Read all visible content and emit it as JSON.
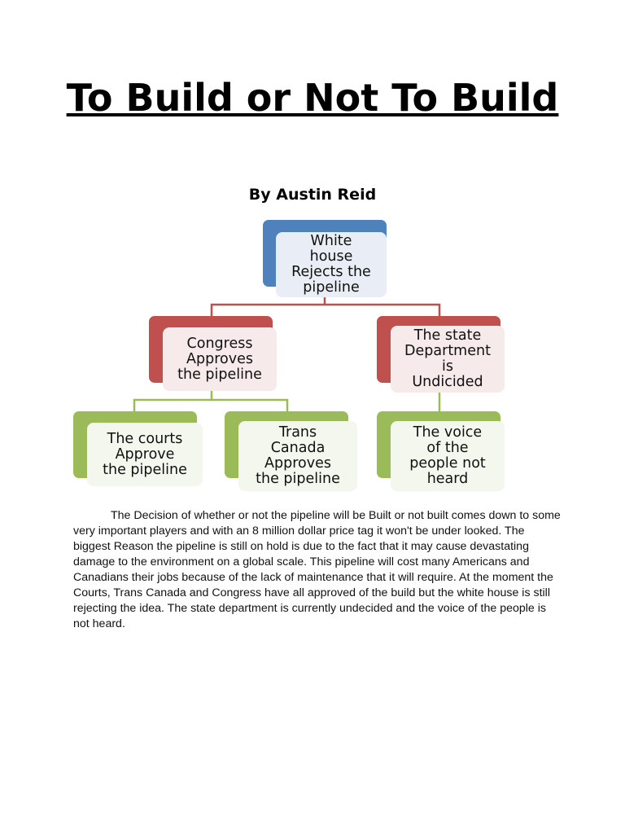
{
  "document": {
    "title": "To Build or Not To Build",
    "author": "By Austin Reid"
  },
  "diagram": {
    "nodes": {
      "white_house": "White\nhouse\nRejects the\npipeline",
      "congress": "Congress\nApproves\nthe pipeline",
      "state_department": "The state\nDepartment\nis\nUndicided",
      "courts": "The courts\nApprove\nthe pipeline",
      "trans_canada": "Trans\nCanada\nApproves\nthe pipeline",
      "voice_of_people": "The voice\nof the\npeople not\nheard"
    },
    "colors": {
      "top_level": "#4f81bd",
      "second_level": "#c0504d",
      "third_level": "#9bbb59"
    }
  },
  "body": {
    "paragraph": "The Decision of whether or not the pipeline will be Built or not built comes down to some very important players and with an 8 million dollar price tag it won't be under looked.  The biggest Reason the pipeline is still on hold is due to the fact that it may cause devastating damage to the environment on a global scale. This pipeline will cost many Americans and Canadians their jobs because of the lack of maintenance that it will require. At the moment the Courts, Trans Canada and Congress have all approved of the build but the white house is still rejecting the idea. The state department is currently undecided and the voice of the people is not heard."
  }
}
